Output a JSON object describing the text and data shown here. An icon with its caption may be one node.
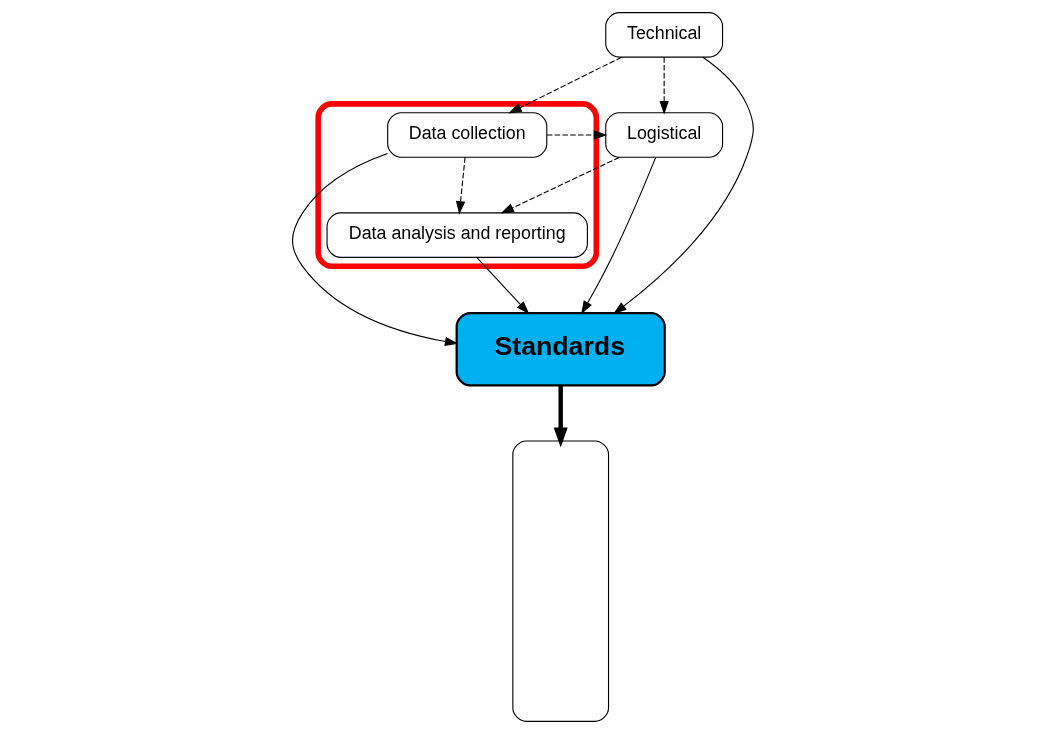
{
  "diagram": {
    "nodes": [
      {
        "text": [],
        "shape": "box"
      },
      {
        "text": [],
        "shape": "box"
      },
      {
        "text": [
          "Technical"
        ]
      },
      {
        "text": [
          "Data collection"
        ],
        "in": 1
      },
      {
        "text": [
          "Standards"
        ]
      },
      {
        "text": [
          "Logistical"
        ]
      },
      {
        "text": [
          "Data analysis and reporting"
        ],
        "in": 1
      }
    ],
    "edges": [
      {
        "from": 2,
        "to": 3,
        "arrow": "to",
        "style": "dashed"
      },
      {
        "from": 2,
        "to": 4,
        "arrow": "to"
      },
      {
        "from": 2,
        "to": 5,
        "arrow": "to",
        "style": "dashed"
      },
      {
        "from": 3,
        "to": 4,
        "arrow": "to"
      },
      {
        "from": 3,
        "to": 5,
        "arrow": "to",
        "style": "dashed"
      },
      {
        "from": 3,
        "to": 6,
        "arrow": "to",
        "style": "dashed"
      },
      {
        "from": 5,
        "to": 4,
        "arrow": "to"
      },
      {
        "from": 5,
        "to": 6,
        "arrow": "to",
        "style": "dashed"
      },
      {
        "from": 6,
        "to": 4,
        "arrow": "to"
      },
      {
        "from": 4,
        "to": 0,
        "arrow": "to",
        "style": "thick"
      }
    ]
  }
}
